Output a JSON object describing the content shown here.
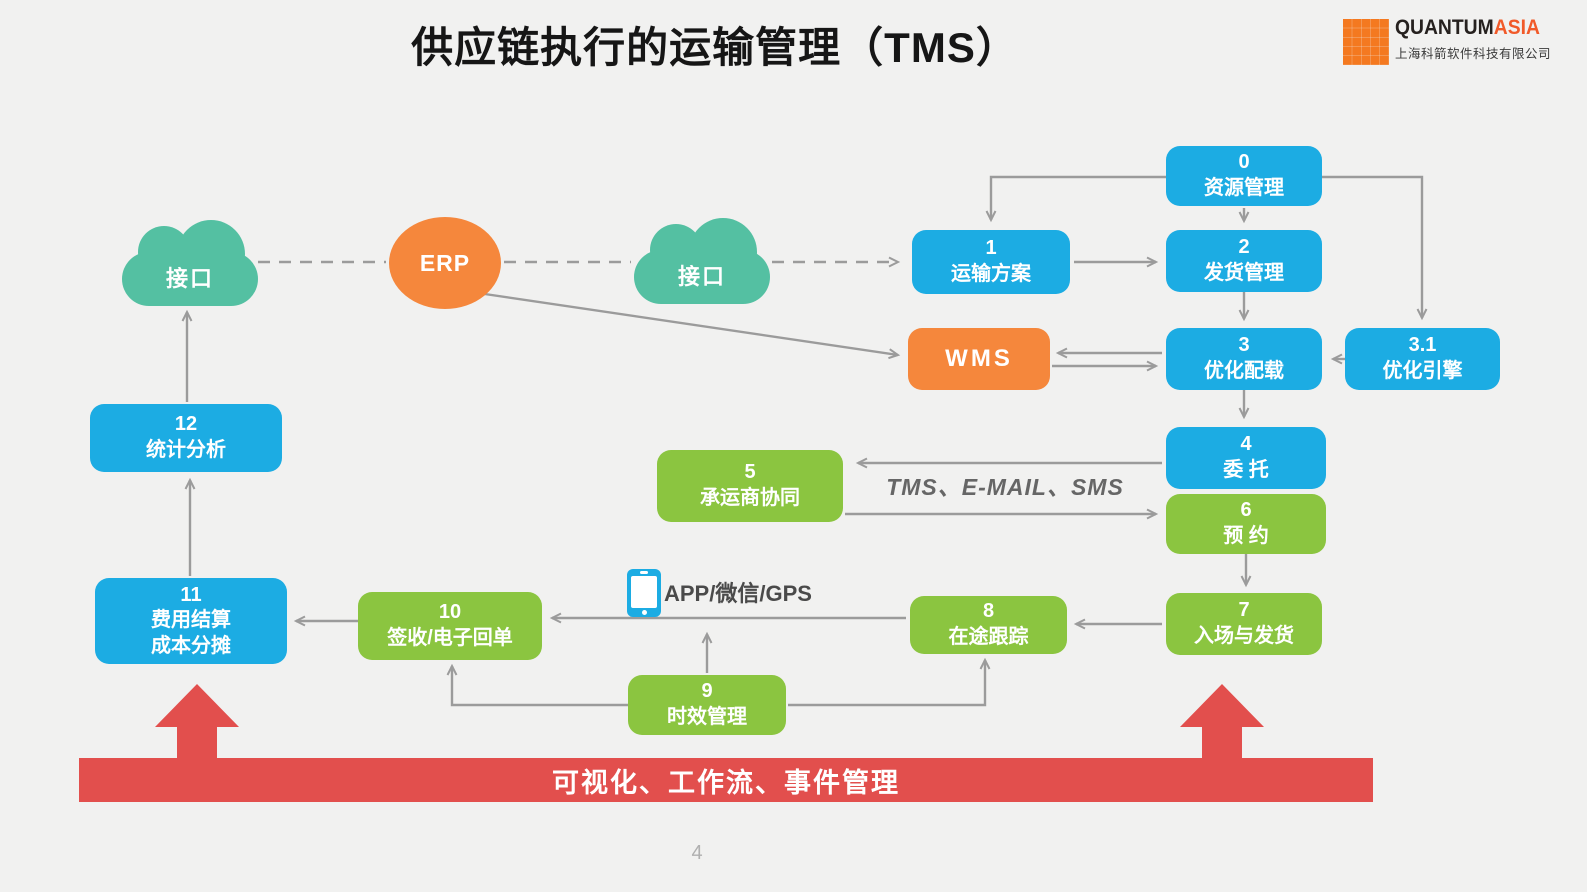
{
  "header": {
    "title": "供应链执行的运输管理（TMS）",
    "logo": {
      "primary": "QUANTUM",
      "accent": "ASIA",
      "subtitle": "上海科箭软件科技有限公司"
    }
  },
  "nodes": {
    "b0": {
      "num": "0",
      "label": "资源管理"
    },
    "b1": {
      "num": "1",
      "label": "运输方案"
    },
    "b2": {
      "num": "2",
      "label": "发货管理"
    },
    "b3": {
      "num": "3",
      "label": "优化配载"
    },
    "b31": {
      "num": "3.1",
      "label": "优化引擎"
    },
    "b4": {
      "num": "4",
      "label": "委 托"
    },
    "b5": {
      "num": "5",
      "label": "承运商协同"
    },
    "b6": {
      "num": "6",
      "label": "预 约"
    },
    "b7": {
      "num": "7",
      "label": "入场与发货"
    },
    "b8": {
      "num": "8",
      "label": "在途跟踪"
    },
    "b9": {
      "num": "9",
      "label": "时效管理"
    },
    "b10": {
      "num": "10",
      "label": "签收/电子回单"
    },
    "b11": {
      "num": "11",
      "label": "费用结算",
      "label2": "成本分摊"
    },
    "b12": {
      "num": "12",
      "label": "统计分析"
    },
    "erp": {
      "label": "ERP"
    },
    "wms": {
      "label": "WMS"
    },
    "cloud_left": {
      "label": "接口"
    },
    "cloud_mid": {
      "label": "接口"
    }
  },
  "annotations": {
    "channel_label": "TMS、E-MAIL、SMS",
    "app_label": "APP/微信/GPS",
    "bottom_bar": "可视化、工作流、事件管理",
    "page_number": "4"
  },
  "edges": [
    {
      "from": "cloud_left",
      "to": "erp",
      "style": "dashed"
    },
    {
      "from": "erp",
      "to": "cloud_mid",
      "style": "dashed"
    },
    {
      "from": "cloud_mid",
      "to": "b1",
      "style": "dashed-arrow"
    },
    {
      "from": "erp",
      "to": "wms",
      "style": "arrow"
    },
    {
      "from": "b0",
      "to": "b1",
      "style": "arrow"
    },
    {
      "from": "b0",
      "to": "b2",
      "style": "arrow"
    },
    {
      "from": "b0",
      "to": "b31",
      "style": "arrow"
    },
    {
      "from": "b1",
      "to": "b2",
      "style": "arrow"
    },
    {
      "from": "b2",
      "to": "b3",
      "style": "arrow"
    },
    {
      "from": "b31",
      "to": "b3",
      "style": "arrow"
    },
    {
      "from": "wms",
      "to": "b3",
      "style": "double-arrow"
    },
    {
      "from": "b3",
      "to": "b4",
      "style": "arrow"
    },
    {
      "from": "b4",
      "to": "b5",
      "style": "arrow",
      "label": "TMS、E-MAIL、SMS"
    },
    {
      "from": "b5",
      "to": "b6",
      "style": "arrow"
    },
    {
      "from": "b6",
      "to": "b7",
      "style": "arrow"
    },
    {
      "from": "b7",
      "to": "b8",
      "style": "arrow"
    },
    {
      "from": "b8",
      "to": "b10",
      "style": "arrow"
    },
    {
      "from": "b9",
      "to": "b10",
      "style": "arrow"
    },
    {
      "from": "b9",
      "to": "b8",
      "style": "arrow"
    },
    {
      "from": "b9",
      "to": "tracking-line",
      "style": "arrow"
    },
    {
      "from": "b10",
      "to": "b11",
      "style": "arrow"
    },
    {
      "from": "b11",
      "to": "b12",
      "style": "arrow"
    },
    {
      "from": "b12",
      "to": "cloud_left",
      "style": "arrow"
    }
  ],
  "colors": {
    "blue": "#1cace3",
    "green": "#8bc540",
    "orange": "#f5873c",
    "teal": "#54c0a2",
    "red": "#e24f4d",
    "arrow_gray": "#9b9b9b",
    "background": "#f1f1f0",
    "logo_orange": "#f15a29"
  }
}
